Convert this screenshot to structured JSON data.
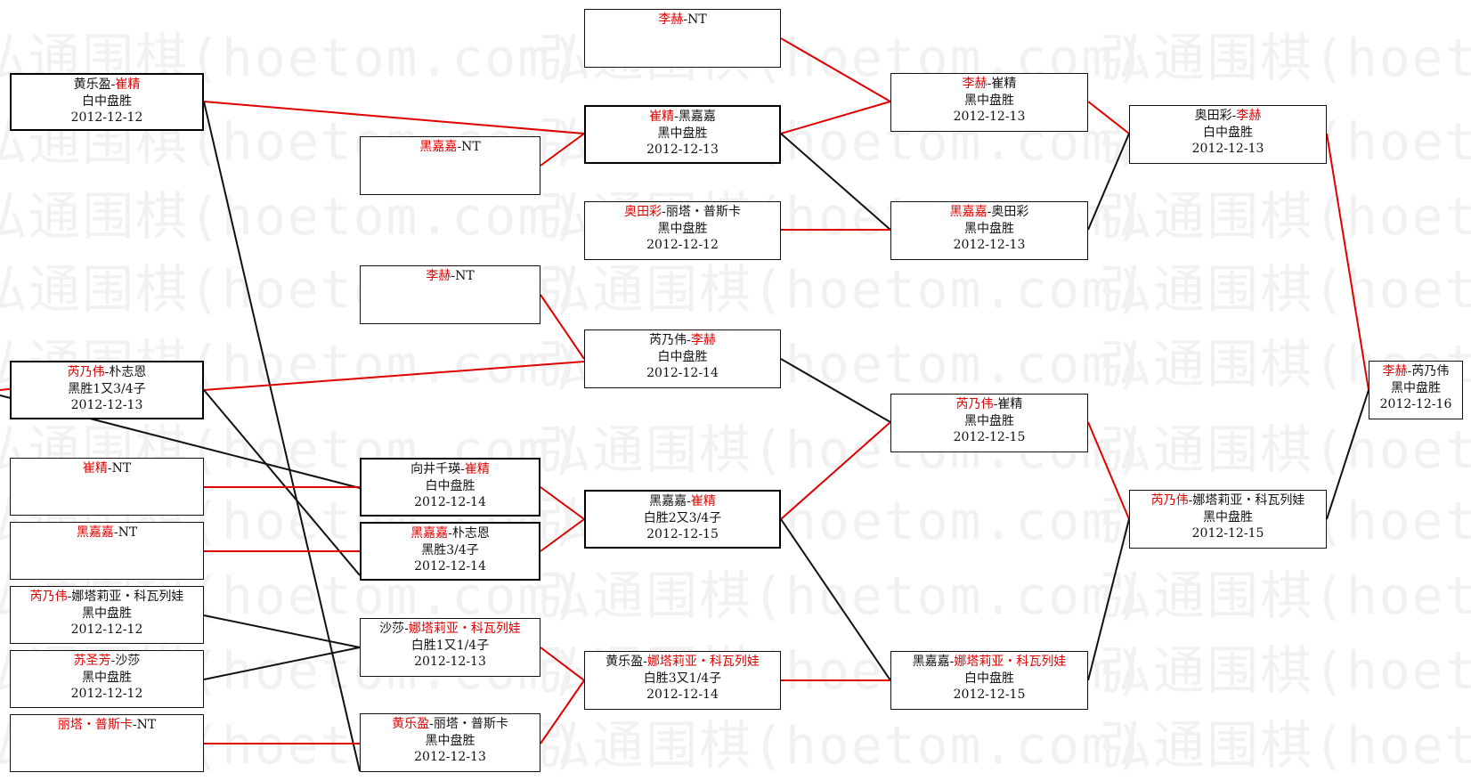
{
  "watermark": "弘通围棋(hoetom.com)",
  "colors": {
    "winner": "#e00000",
    "loser": "#111111",
    "watermark": "#f1f1f1"
  },
  "matches": [
    {
      "id": "r1-huang-cui",
      "p1": "黄乐盈",
      "p2": "崔精",
      "winner": 2,
      "result": "白中盘胜",
      "date": "2012-12-12"
    },
    {
      "id": "r1-rui-piao",
      "p1": "芮乃伟",
      "p2": "朴志恩",
      "winner": 1,
      "result": "黑胜1又3/4子",
      "date": "2012-12-13"
    },
    {
      "id": "r1-cui-nt",
      "p1": "崔精",
      "p2": "NT",
      "winner": 1,
      "result": "",
      "date": ""
    },
    {
      "id": "r1-hei-nt",
      "p1": "黑嘉嘉",
      "p2": "NT",
      "winner": 1,
      "result": "",
      "date": ""
    },
    {
      "id": "r1-rui-kova",
      "p1": "芮乃伟",
      "p2": "娜塔莉亚・科瓦列娃",
      "winner": 1,
      "result": "黑中盘胜",
      "date": "2012-12-12"
    },
    {
      "id": "r1-su-sha",
      "p1": "苏圣芳",
      "p2": "沙莎",
      "winner": 1,
      "result": "黑中盘胜",
      "date": "2012-12-12"
    },
    {
      "id": "r1-lita-nt",
      "p1": "丽塔・普斯卡",
      "p2": "NT",
      "winner": 1,
      "result": "",
      "date": ""
    },
    {
      "id": "r2-hei-nt",
      "p1": "黑嘉嘉",
      "p2": "NT",
      "winner": 1,
      "result": "",
      "date": ""
    },
    {
      "id": "r2-lihe-nt",
      "p1": "李赫",
      "p2": "NT",
      "winner": 1,
      "result": "",
      "date": ""
    },
    {
      "id": "r2-xiangjing-cui",
      "p1": "向井千瑛",
      "p2": "崔精",
      "winner": 2,
      "result": "白中盘胜",
      "date": "2012-12-14"
    },
    {
      "id": "r2-hei-piao",
      "p1": "黑嘉嘉",
      "p2": "朴志恩",
      "winner": 1,
      "result": "黑胜3/4子",
      "date": "2012-12-14"
    },
    {
      "id": "r2-sha-kova",
      "p1": "沙莎",
      "p2": "娜塔莉亚・科瓦列娃",
      "winner": 2,
      "result": "白胜1又1/4子",
      "date": "2012-12-13"
    },
    {
      "id": "r2-huang-lita",
      "p1": "黄乐盈",
      "p2": "丽塔・普斯卡",
      "winner": 1,
      "result": "黑中盘胜",
      "date": "2012-12-13"
    },
    {
      "id": "r3-lihe-nt",
      "p1": "李赫",
      "p2": "NT",
      "winner": 1,
      "result": "",
      "date": ""
    },
    {
      "id": "r3-cui-hei",
      "p1": "崔精",
      "p2": "黑嘉嘉",
      "winner": 1,
      "result": "黑中盘胜",
      "date": "2012-12-13"
    },
    {
      "id": "r3-okuda-lita",
      "p1": "奥田彩",
      "p2": "丽塔・普斯卡",
      "winner": 1,
      "result": "黑中盘胜",
      "date": "2012-12-12"
    },
    {
      "id": "r3-rui-lihe",
      "p1": "芮乃伟",
      "p2": "李赫",
      "winner": 2,
      "result": "白中盘胜",
      "date": "2012-12-14"
    },
    {
      "id": "r3-hei-cui",
      "p1": "黑嘉嘉",
      "p2": "崔精",
      "winner": 2,
      "result": "白胜2又3/4子",
      "date": "2012-12-15"
    },
    {
      "id": "r3-huang-kova",
      "p1": "黄乐盈",
      "p2": "娜塔莉亚・科瓦列娃",
      "winner": 2,
      "result": "白胜3又1/4子",
      "date": "2012-12-14"
    },
    {
      "id": "r4-lihe-cui",
      "p1": "李赫",
      "p2": "崔精",
      "winner": 1,
      "result": "黑中盘胜",
      "date": "2012-12-13"
    },
    {
      "id": "r4-hei-okuda",
      "p1": "黑嘉嘉",
      "p2": "奥田彩",
      "winner": 1,
      "result": "黑中盘胜",
      "date": "2012-12-13"
    },
    {
      "id": "r4-rui-cui",
      "p1": "芮乃伟",
      "p2": "崔精",
      "winner": 1,
      "result": "黑中盘胜",
      "date": "2012-12-15"
    },
    {
      "id": "r4-hei-kova",
      "p1": "黑嘉嘉",
      "p2": "娜塔莉亚・科瓦列娃",
      "winner": 2,
      "result": "白中盘胜",
      "date": "2012-12-15"
    },
    {
      "id": "r5-okuda-lihe",
      "p1": "奥田彩",
      "p2": "李赫",
      "winner": 2,
      "result": "白中盘胜",
      "date": "2012-12-13"
    },
    {
      "id": "r5-rui-kova",
      "p1": "芮乃伟",
      "p2": "娜塔莉亚・科瓦列娃",
      "winner": 1,
      "result": "黑中盘胜",
      "date": "2012-12-15"
    },
    {
      "id": "final-lihe-rui",
      "p1": "李赫",
      "p2": "芮乃伟",
      "winner": 1,
      "result": "黑中盘胜",
      "date": "2012-12-16"
    }
  ]
}
